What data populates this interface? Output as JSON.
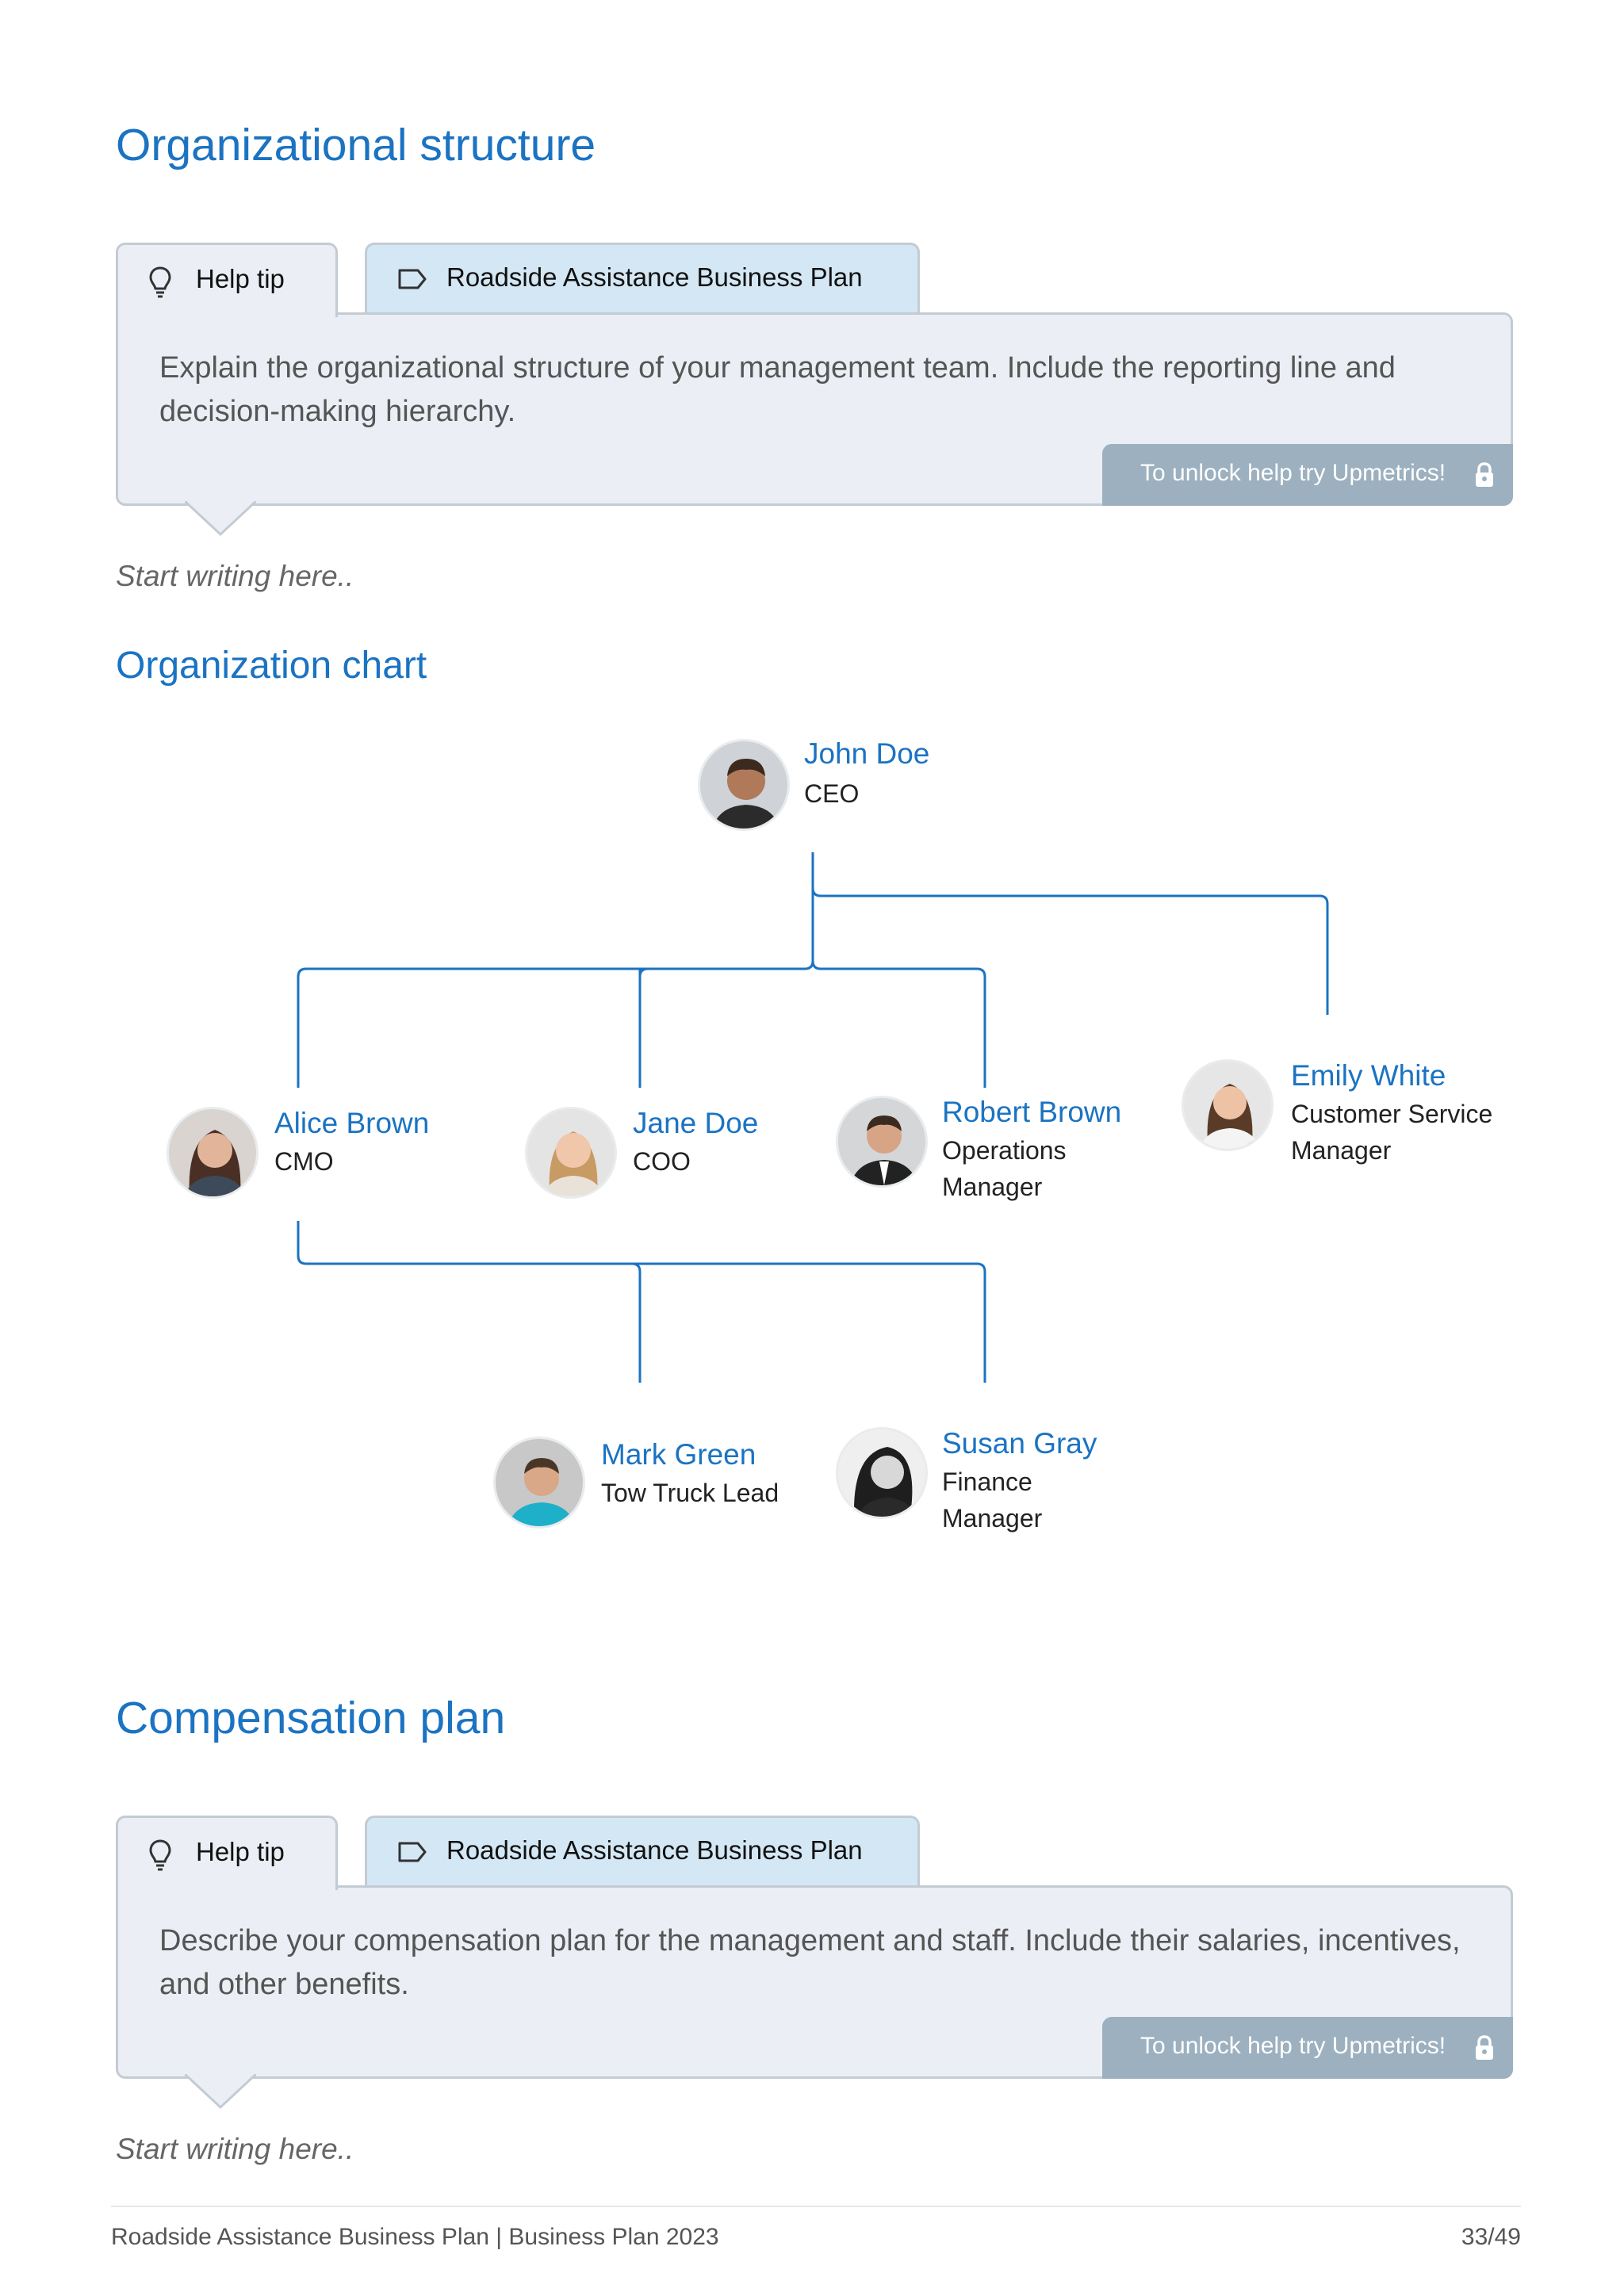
{
  "section1": {
    "title": "Organizational structure",
    "help_tab": "Help tip",
    "plan_tab": "Roadside Assistance Business Plan",
    "tip_text": "Explain the organizational structure of your management team. Include the reporting line and decision-making hierarchy.",
    "unlock": "To unlock help try Upmetrics!",
    "placeholder": "Start writing here.."
  },
  "org_chart": {
    "title": "Organization chart",
    "people": {
      "john": {
        "name": "John Doe",
        "role": "CEO"
      },
      "alice": {
        "name": "Alice Brown",
        "role": "CMO"
      },
      "jane": {
        "name": "Jane Doe",
        "role": "COO"
      },
      "robert": {
        "name": "Robert Brown",
        "role": "Operations Manager"
      },
      "emily": {
        "name": "Emily White",
        "role": "Customer Service Manager"
      },
      "mark": {
        "name": "Mark Green",
        "role": "Tow Truck Lead"
      },
      "susan": {
        "name": "Susan Gray",
        "role": "Finance Manager"
      }
    },
    "line_color": "#1b73c2"
  },
  "section2": {
    "title": "Compensation plan",
    "help_tab": "Help tip",
    "plan_tab": "Roadside Assistance Business Plan",
    "tip_text": "Describe your compensation plan for the management and staff. Include their salaries, incentives, and other benefits.",
    "unlock": "To unlock help try Upmetrics!",
    "placeholder": "Start writing here.."
  },
  "footer": {
    "left": "Roadside Assistance Business Plan | Business Plan 2023",
    "right": "33/49"
  }
}
